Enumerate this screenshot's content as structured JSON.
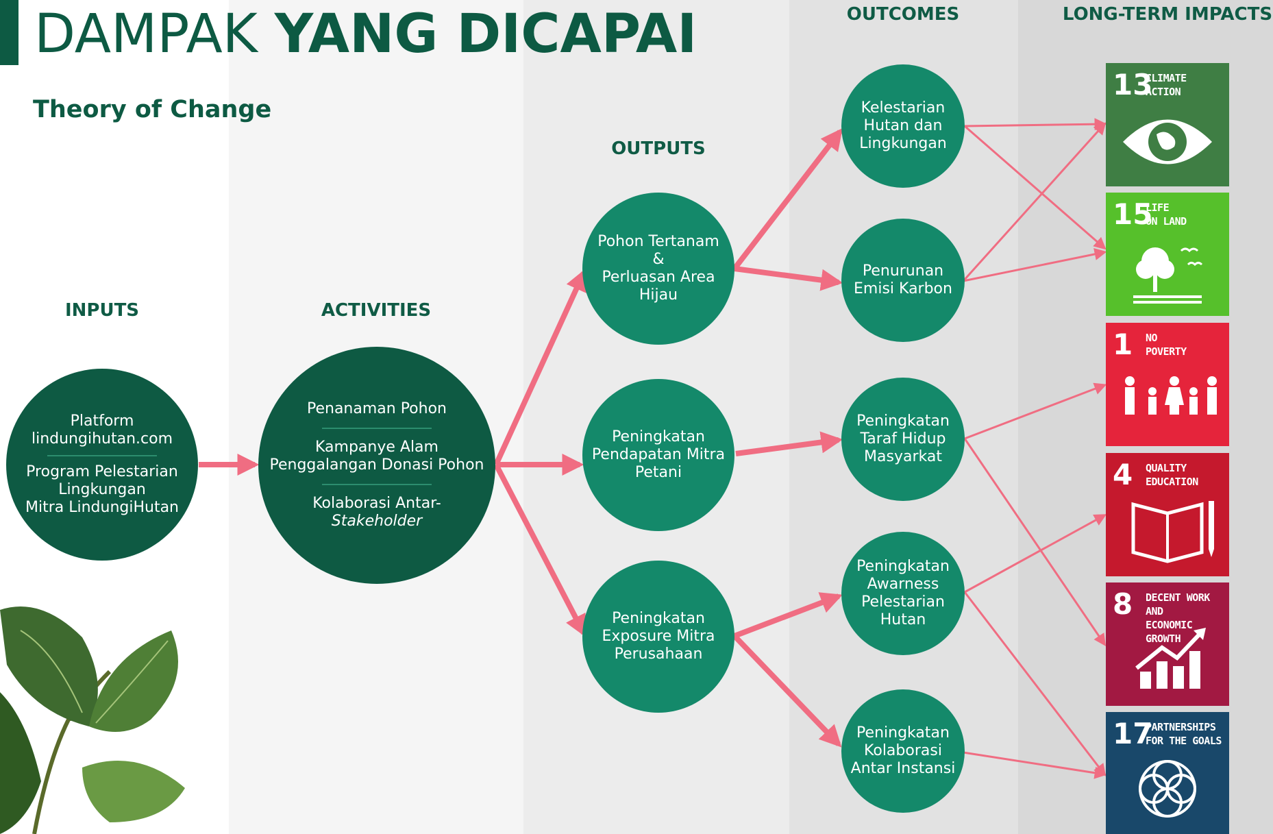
{
  "header": {
    "title_light": "DAMPAK ",
    "title_bold": "YANG DICAPAI",
    "subtitle": "Theory of Change"
  },
  "columns": {
    "inputs": "INPUTS",
    "activities": "ACTIVITIES",
    "outputs": "OUTPUTS",
    "outcomes": "OUTCOMES",
    "impacts": "LONG-TERM IMPACTS"
  },
  "inputs": {
    "platform": "Platform\nlindungihutan.com",
    "program": "Program Pelestarian\nLingkungan\nMitra LindungiHutan"
  },
  "activities": {
    "item1": "Penanaman Pohon",
    "item2": "Kampanye Alam\nPenggalangan Donasi Pohon",
    "item3a": "Kolaborasi Antar-",
    "item3b": "Stakeholder"
  },
  "outputs": [
    "Pohon Tertanam\n&\nPerluasan Area\nHijau",
    "Peningkatan\nPendapatan Mitra\nPetani",
    "Peningkatan\nExposure  Mitra\nPerusahaan"
  ],
  "outcomes": [
    "Kelestarian\nHutan dan\nLingkungan",
    "Penurunan\nEmisi Karbon",
    "Peningkatan\nTaraf Hidup\nMasyarkat",
    "Peningkatan\nAwarness\nPelestarian\nHutan",
    "Peningkatan\nKolaborasi\nAntar Instansi"
  ],
  "sdgs": [
    {
      "num": "13",
      "title": "CLIMATE\nACTION",
      "color": "#3f7e44",
      "icon": "eye-earth-icon"
    },
    {
      "num": "15",
      "title": "LIFE\nON LAND",
      "color": "#56c02b",
      "icon": "tree-birds-icon"
    },
    {
      "num": "1",
      "title": "NO\nPOVERTY",
      "color": "#e5243b",
      "icon": "family-icon"
    },
    {
      "num": "4",
      "title": "QUALITY\nEDUCATION",
      "color": "#c5192d",
      "icon": "book-pencil-icon"
    },
    {
      "num": "8",
      "title": "DECENT WORK AND\nECONOMIC GROWTH",
      "color": "#a21942",
      "icon": "growth-chart-icon"
    },
    {
      "num": "17",
      "title": "PARTNERSHIPS\nFOR THE GOALS",
      "color": "#19486a",
      "icon": "flower-rings-icon"
    }
  ],
  "colors": {
    "dark_green": "#0e5a43",
    "mid_green": "#14896a",
    "arrow_pink": "#f06d82",
    "heading_green": "#0d5a43"
  }
}
